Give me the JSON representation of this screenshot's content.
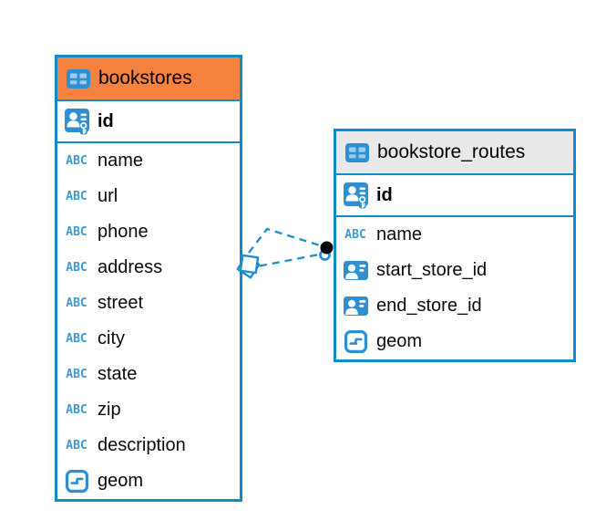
{
  "icons": {
    "text_type_label": "ABC"
  },
  "colors": {
    "table_border_blue": "#0d8ccd",
    "header_orange": "#f5823f",
    "header_gray": "#e9e9e9",
    "icon_blue": "#2e90d2",
    "connection_blue": "#1b8dd0",
    "text_black": "#0a0a0a"
  },
  "tables": [
    {
      "title": "bookstores",
      "primary_key": "id",
      "columns": [
        "name",
        "url",
        "phone",
        "address",
        "street",
        "city",
        "state",
        "zip",
        "description",
        "geom"
      ],
      "column_types": [
        "text",
        "text",
        "text",
        "text",
        "text",
        "text",
        "text",
        "text",
        "text",
        "geometry"
      ]
    },
    {
      "title": "bookstore_routes",
      "primary_key": "id",
      "columns": [
        "name",
        "start_store_id",
        "end_store_id",
        "geom"
      ],
      "column_types": [
        "text",
        "reference",
        "reference",
        "geometry"
      ]
    }
  ],
  "relationship": {
    "endpoints": [
      "bookstores",
      "bookstore_routes"
    ],
    "line_style": "dashed",
    "line_count": 2
  }
}
